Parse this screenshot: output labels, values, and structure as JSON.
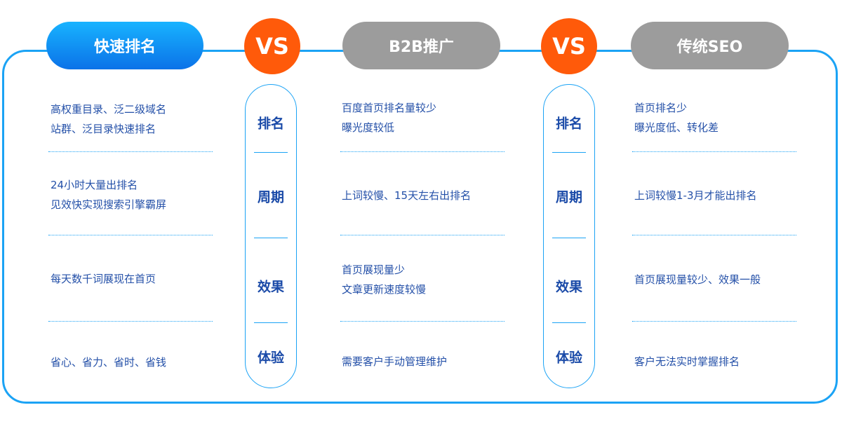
{
  "headers": {
    "fast_rank": "快速排名",
    "b2b": "B2B推广",
    "traditional_seo": "传统SEO"
  },
  "vs_label": "VS",
  "row_labels": [
    "排名",
    "周期",
    "效果",
    "体验"
  ],
  "fast_rank": {
    "rank": [
      "高权重目录、泛二级域名",
      "站群、泛目录快速排名"
    ],
    "cycle": [
      "24小时大量出排名",
      "见效快实现搜索引擎霸屏"
    ],
    "effect": [
      "每天数千词展现在首页"
    ],
    "experience": [
      "省心、省力、省时、省钱"
    ]
  },
  "b2b": {
    "rank": [
      "百度首页排名量较少",
      "曝光度较低"
    ],
    "cycle": [
      "上词较慢、15天左右出排名"
    ],
    "effect": [
      "首页展现量少",
      "文章更新速度较慢"
    ],
    "experience": [
      "需要客户手动管理维护"
    ]
  },
  "traditional_seo": {
    "rank": [
      "首页排名少",
      "曝光度低、转化差"
    ],
    "cycle": [
      "上词较慢1-3月才能出排名"
    ],
    "effect": [
      "首页展现量较少、效果一般"
    ],
    "experience": [
      "客户无法实时掌握排名"
    ]
  },
  "colors": {
    "accent_blue": "#1ba3f5",
    "vs_orange": "#ff5a0a",
    "header_gray": "#9c9c9c",
    "text_blue": "#2450a8"
  }
}
